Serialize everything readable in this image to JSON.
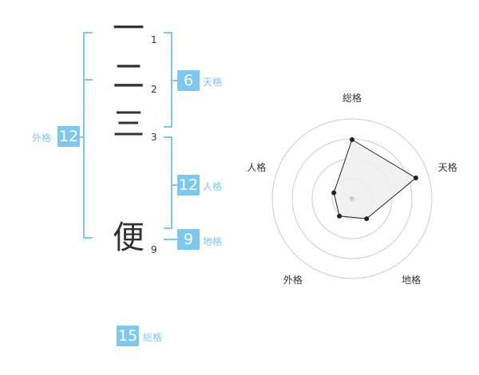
{
  "name": {
    "characters": [
      {
        "char": "一",
        "strokes": "1"
      },
      {
        "char": "二",
        "strokes": "2"
      },
      {
        "char": "三",
        "strokes": "3"
      },
      {
        "char": "便",
        "strokes": "9"
      }
    ]
  },
  "kaku": {
    "tenkaku": {
      "value": "6",
      "label": "天格"
    },
    "jinkaku": {
      "value": "12",
      "label": "人格"
    },
    "chikaku": {
      "value": "9",
      "label": "地格"
    },
    "gaikaku": {
      "value": "12",
      "label": "外格"
    },
    "soukaku": {
      "value": "15",
      "label": "総格"
    }
  },
  "colors": {
    "accent": "#7dc8f0",
    "text": "#333333",
    "grid": "#cccccc",
    "fill": "#eeeeee"
  },
  "chart_data": {
    "type": "radar",
    "axes": [
      "総格",
      "天格",
      "地格",
      "外格",
      "人格"
    ],
    "values": [
      0.74,
      0.84,
      0.31,
      0.27,
      0.24
    ],
    "scale": [
      0,
      1
    ],
    "rings": 4
  }
}
